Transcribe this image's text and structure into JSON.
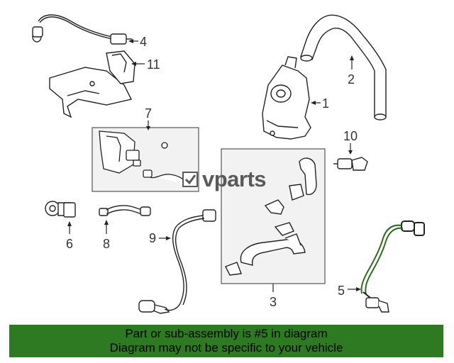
{
  "callouts": {
    "c1": "1",
    "c2": "2",
    "c3": "3",
    "c4": "4",
    "c5": "5",
    "c6": "6",
    "c7": "7",
    "c8": "8",
    "c9": "9",
    "c10": "10",
    "c11": "11"
  },
  "watermark": {
    "text": "vparts"
  },
  "banner": {
    "line1": "Part or sub-assembly is #5 in diagram",
    "line2": "Diagram may not be specific to your vehicle"
  },
  "colors": {
    "banner_bg": "#2d7a23",
    "highlight_part": "#2e6b1e",
    "line_art": "#222222"
  }
}
